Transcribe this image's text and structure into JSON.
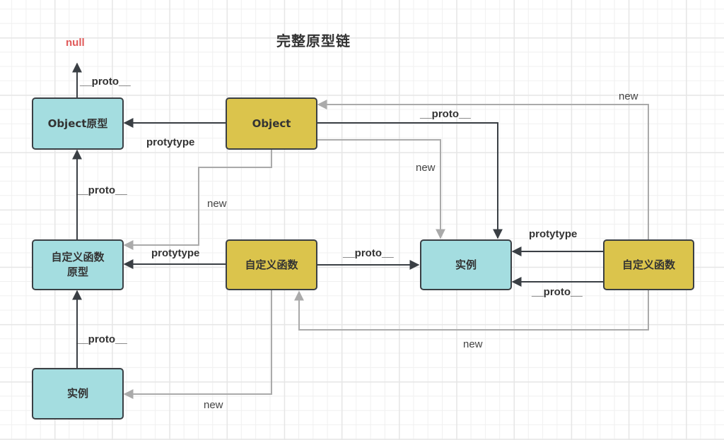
{
  "title": "完整原型链",
  "null_label": "null",
  "colors": {
    "prototype_node": "#a4dde0",
    "constructor_node": "#dbc44c",
    "null_text": "#e05a5a",
    "strong_edge": "#3a3f44",
    "new_edge": "#aaaaaa"
  },
  "nodes": {
    "object_prototype": "Object原型",
    "object": "Object",
    "custom_fn_prototype": "自定义函数\n原型",
    "custom_fn_middle": "自定义函数",
    "instance_middle": "实例",
    "custom_fn_right": "自定义函数",
    "instance_bottom": "实例"
  },
  "edge_labels": {
    "objproto_to_null": "__proto__",
    "object_prototype": "protytype",
    "object_proto_to_instance": "__proto__",
    "object_new_instance": "new",
    "right_fn_new_object": "new",
    "object_new_fnproto": "new",
    "fnproto_proto_objproto": "__proto__",
    "mid_fn_prototype": "protytype",
    "mid_fn_proto_instance": "__proto__",
    "right_fn_prototype": "protytype",
    "right_fn_proto": "__proto__",
    "right_fn_new_mid_fn": "new",
    "instance_proto_fnproto": "__proto__",
    "mid_fn_new_instance": "new"
  }
}
